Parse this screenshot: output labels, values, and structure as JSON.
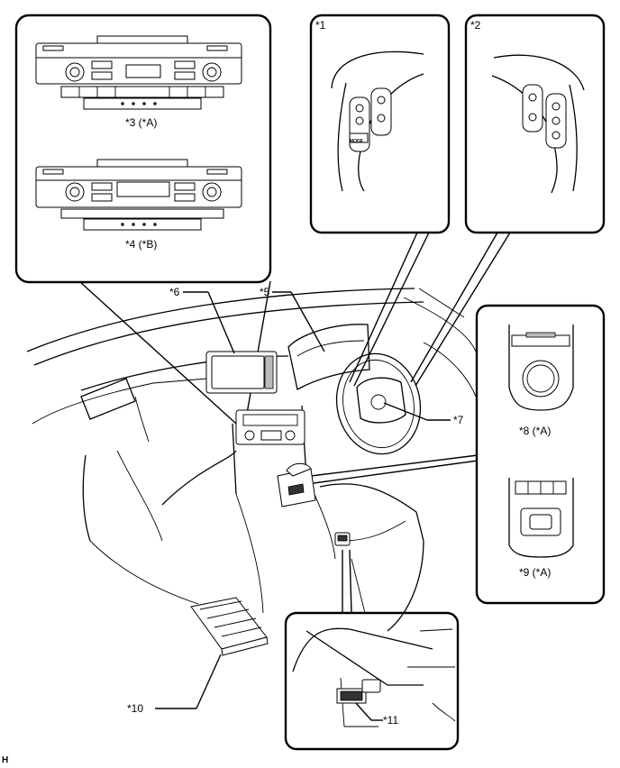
{
  "labels": {
    "c1": "*1",
    "c2": "*2",
    "c3": "*3 (*A)",
    "c4": "*4 (*B)",
    "c5": "*5",
    "c6": "*6",
    "c7": "*7",
    "c8": "*8 (*A)",
    "c9": "*9 (*A)",
    "c10": "*10",
    "c11": "*11",
    "corner": "H",
    "mode_button": "MODE"
  }
}
